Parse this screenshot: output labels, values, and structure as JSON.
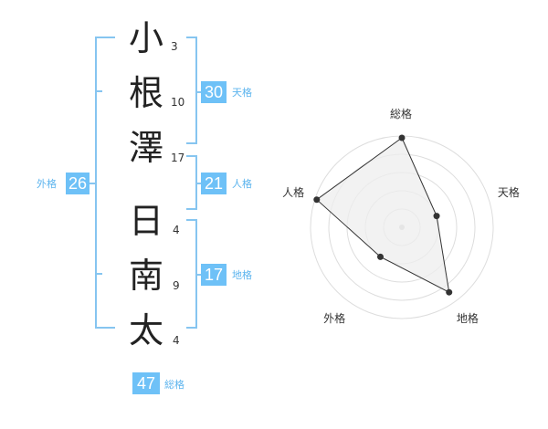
{
  "name": {
    "chars": [
      {
        "kanji": "小",
        "strokes": "3"
      },
      {
        "kanji": "根",
        "strokes": "10"
      },
      {
        "kanji": "澤",
        "strokes": "17"
      },
      {
        "kanji": "日",
        "strokes": "4"
      },
      {
        "kanji": "南",
        "strokes": "9"
      },
      {
        "kanji": "太",
        "strokes": "4"
      }
    ]
  },
  "kakusu": {
    "tenkaku": {
      "value": "30",
      "label": "天格"
    },
    "jinkaku": {
      "value": "21",
      "label": "人格"
    },
    "chikaku": {
      "value": "17",
      "label": "地格"
    },
    "gaikaku": {
      "value": "26",
      "label": "外格"
    },
    "soukaku": {
      "value": "47",
      "label": "総格"
    }
  },
  "radar": {
    "axes": [
      "総格",
      "天格",
      "地格",
      "外格",
      "人格"
    ],
    "values": [
      0.98,
      0.4,
      0.88,
      0.4,
      0.98
    ],
    "colors": {
      "fill": "#eeeeee",
      "stroke": "#333333",
      "grid": "#dddddd",
      "point": "#333333"
    }
  }
}
